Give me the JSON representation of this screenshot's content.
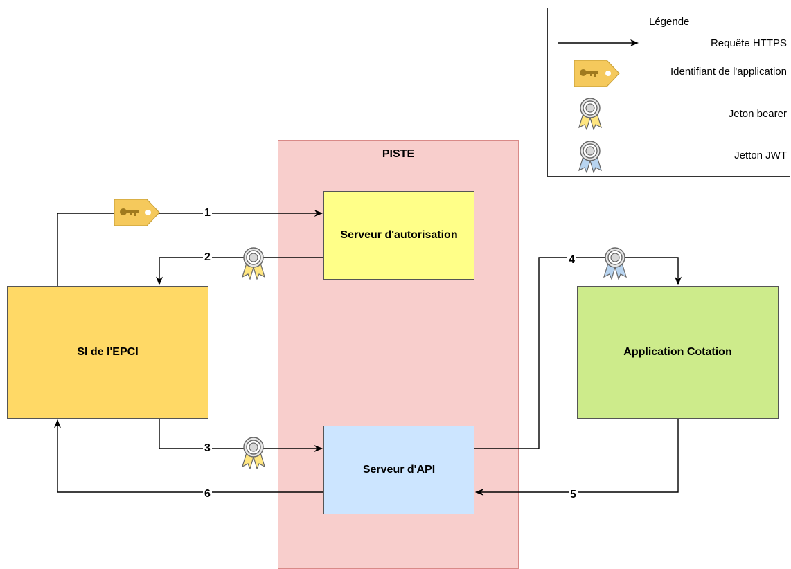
{
  "container": {
    "label": "PISTE"
  },
  "nodes": {
    "auth_server": "Serveur d'autorisation",
    "api_server": "Serveur d'API",
    "si_epci": "SI de l'EPCI",
    "app_cotation": "Application Cotation"
  },
  "steps": [
    "1",
    "2",
    "3",
    "4",
    "5",
    "6"
  ],
  "legend": {
    "title": "Légende",
    "items": [
      {
        "label": "Requête HTTPS",
        "icon": "arrow-icon"
      },
      {
        "label": "Identifiant de l'application",
        "icon": "key-tag-icon"
      },
      {
        "label": "Jeton bearer",
        "icon": "yellow-ribbon-icon"
      },
      {
        "label": "Jetton JWT",
        "icon": "blue-ribbon-icon"
      }
    ]
  },
  "colors": {
    "piste": "#f8cecc",
    "auth_server": "#ffff88",
    "api_server": "#cce5ff",
    "si_epci": "#ffd966",
    "app_cotation": "#cdeb8b",
    "key_tag": "#f5c95c",
    "bearer_ribbon": "#ffe680",
    "jwt_ribbon": "#b8d4f0"
  }
}
